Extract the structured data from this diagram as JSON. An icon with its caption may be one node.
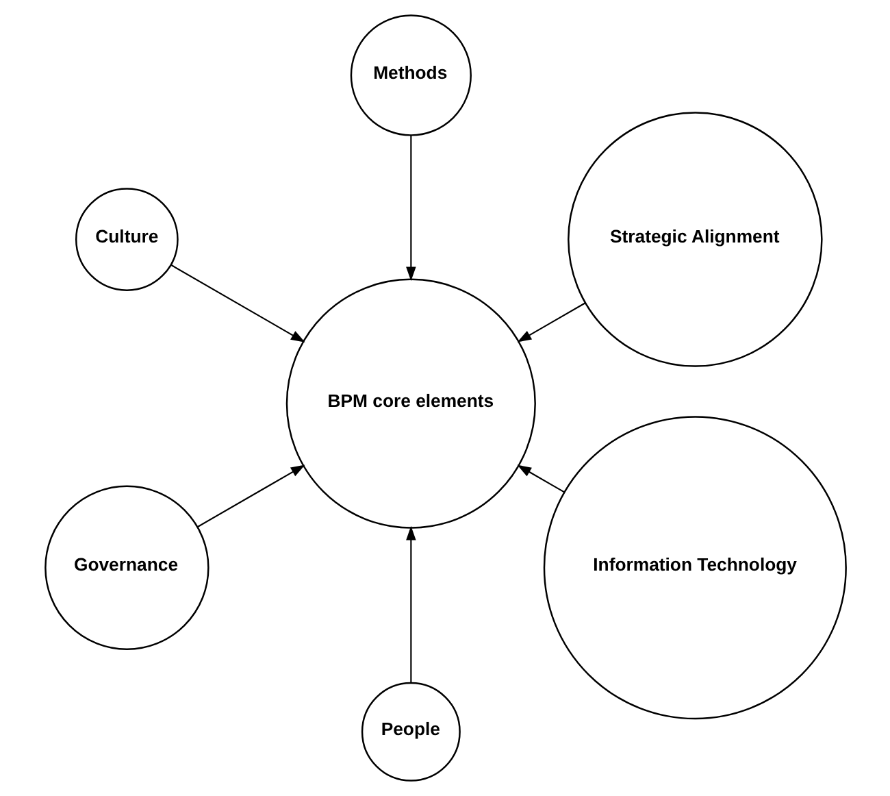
{
  "diagram": {
    "nodes": [
      {
        "text": [
          "Strategic Alignment"
        ]
      },
      {
        "text": [
          "Methods"
        ]
      },
      {
        "text": [
          "Culture"
        ]
      },
      {
        "text": [
          "BPM core elements"
        ]
      },
      {
        "text": [
          "Governance"
        ]
      },
      {
        "text": [
          "People"
        ]
      },
      {
        "text": [
          "Information Technology"
        ]
      }
    ],
    "edges": [
      {
        "from": 0,
        "to": 3,
        "arrow": "to"
      },
      {
        "from": 1,
        "to": 3,
        "arrow": "to"
      },
      {
        "from": 2,
        "to": 3,
        "arrow": "to"
      },
      {
        "from": 4,
        "to": 3,
        "arrow": "to"
      },
      {
        "from": 5,
        "to": 3,
        "arrow": "to"
      },
      {
        "from": 6,
        "to": 3,
        "arrow": "to"
      }
    ]
  }
}
